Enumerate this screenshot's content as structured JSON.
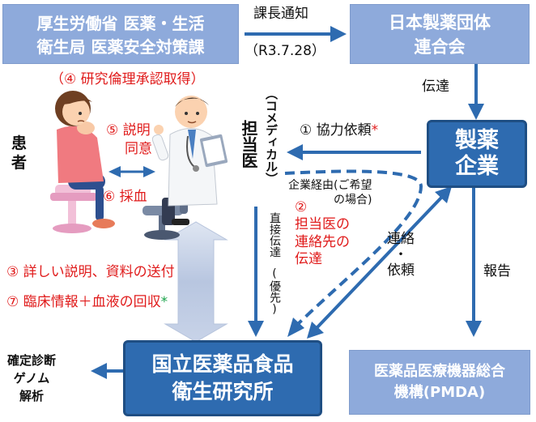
{
  "mhlw": {
    "line1": "厚生労働省 医薬・生活",
    "line2": "衛生局 医薬安全対策課"
  },
  "notice": {
    "label": "課長通知",
    "date": "（R3.7.28）"
  },
  "fpmaj": {
    "line1": "日本製薬団体",
    "line2": "連合会"
  },
  "dentatsu": "伝達",
  "ethics": "（④ 研究倫理承認取得）",
  "patient": {
    "line1": "患",
    "line2": "者"
  },
  "step5": {
    "line1": "⑤ 説明",
    "line2": "同意"
  },
  "step6": "⑥ 採血",
  "physician": {
    "label": "担当医",
    "paren": "（コメディカル）"
  },
  "step1": {
    "text": "① 協力依頼",
    "star": "*"
  },
  "pharma": {
    "line1": "製薬",
    "line2": "企業"
  },
  "via_company": {
    "line1": "企業経由(ご希望",
    "line2": "の場合)"
  },
  "step2": {
    "line1": "②",
    "line2": "担当医の",
    "line3": "連絡先の",
    "line4": "伝達"
  },
  "direct": {
    "line1": "直接伝達",
    "line2": "(優先)"
  },
  "contact": {
    "line1": "連絡",
    "dot": "・",
    "line2": "依頼"
  },
  "report": "報告",
  "step3": "③ 詳しい説明、資料の送付",
  "step7": {
    "text": "⑦ 臨床情報＋血液の回収",
    "star": "*"
  },
  "nihs": {
    "line1": "国立医薬品食品",
    "line2": "衛生研究所"
  },
  "pmda": {
    "line1": "医薬品医療機器総合",
    "line2": "機構(PMDA)"
  },
  "analysis": {
    "line1": "確定診断",
    "line2": "ゲノム",
    "line3": "解析"
  },
  "colors": {
    "light_box": "#8eaadb",
    "dark_box": "#2e6bb0",
    "arrow": "#2e6bb0",
    "red_text": "#e01b1b",
    "star_green": "#1aa34a"
  }
}
